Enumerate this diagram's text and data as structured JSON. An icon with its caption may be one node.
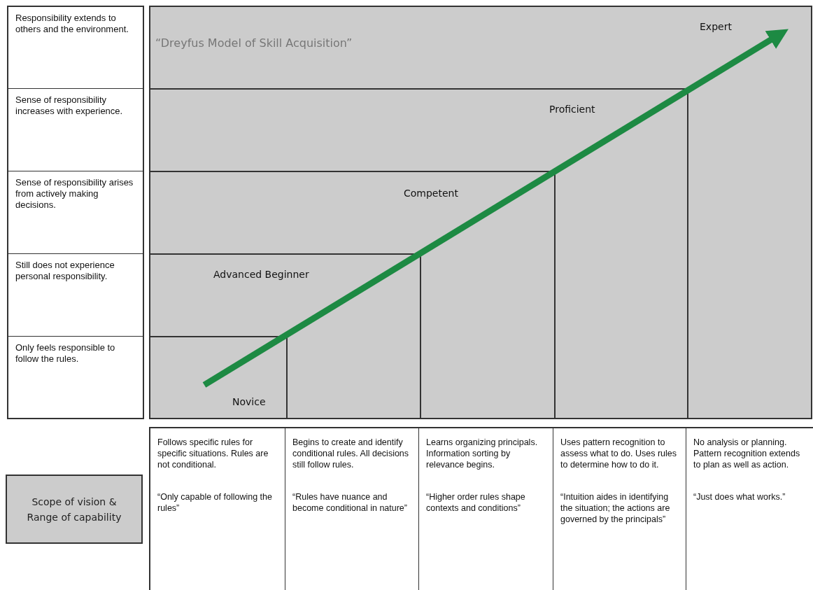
{
  "diagram": {
    "title": "“Dreyfus Model of Skill Acquisition”",
    "nodes": [
      {
        "text": [
          "Responsibility extends to others and the environment."
        ]
      },
      {
        "text": [
          "Sense of responsibility increases with experience."
        ]
      },
      {
        "text": [
          "Sense of responsibility arises from actively making decisions."
        ]
      },
      {
        "text": [
          "Still does not experience personal responsibility."
        ]
      },
      {
        "text": [
          "Only feels responsible to follow the rules."
        ]
      },
      {
        "text": [
          "Expert"
        ]
      },
      {
        "text": [
          "Proficient"
        ],
        "in": 5
      },
      {
        "text": [
          "Competent"
        ],
        "in": 6
      },
      {
        "text": [
          "Advanced Beginner"
        ],
        "in": 7
      },
      {
        "text": [
          "Novice"
        ],
        "in": 8
      },
      {
        "text": [
          "Scope of vision & Range of capability"
        ]
      },
      {
        "text": [
          "Follows specific rules for specific situations. Rules are not conditional.",
          "“Only capable of following the rules”"
        ]
      },
      {
        "text": [
          "Begins to create and identify conditional rules. All decisions still follow rules.",
          "“Rules have nuance and become conditional in nature”"
        ]
      },
      {
        "text": [
          "Learns organizing principals. Information sorting by relevance begins.",
          "“Higher order rules shape contexts and conditions”"
        ]
      },
      {
        "text": [
          "Uses pattern recognition to assess what to do. Uses rules to determine how to do it.",
          "“Intuition aides in identifying the situation; the actions are governed by the principals”"
        ]
      },
      {
        "text": [
          "No analysis or planning. Pattern recognition extends to plan as well as action.",
          "“Just does what works.”"
        ]
      }
    ]
  }
}
